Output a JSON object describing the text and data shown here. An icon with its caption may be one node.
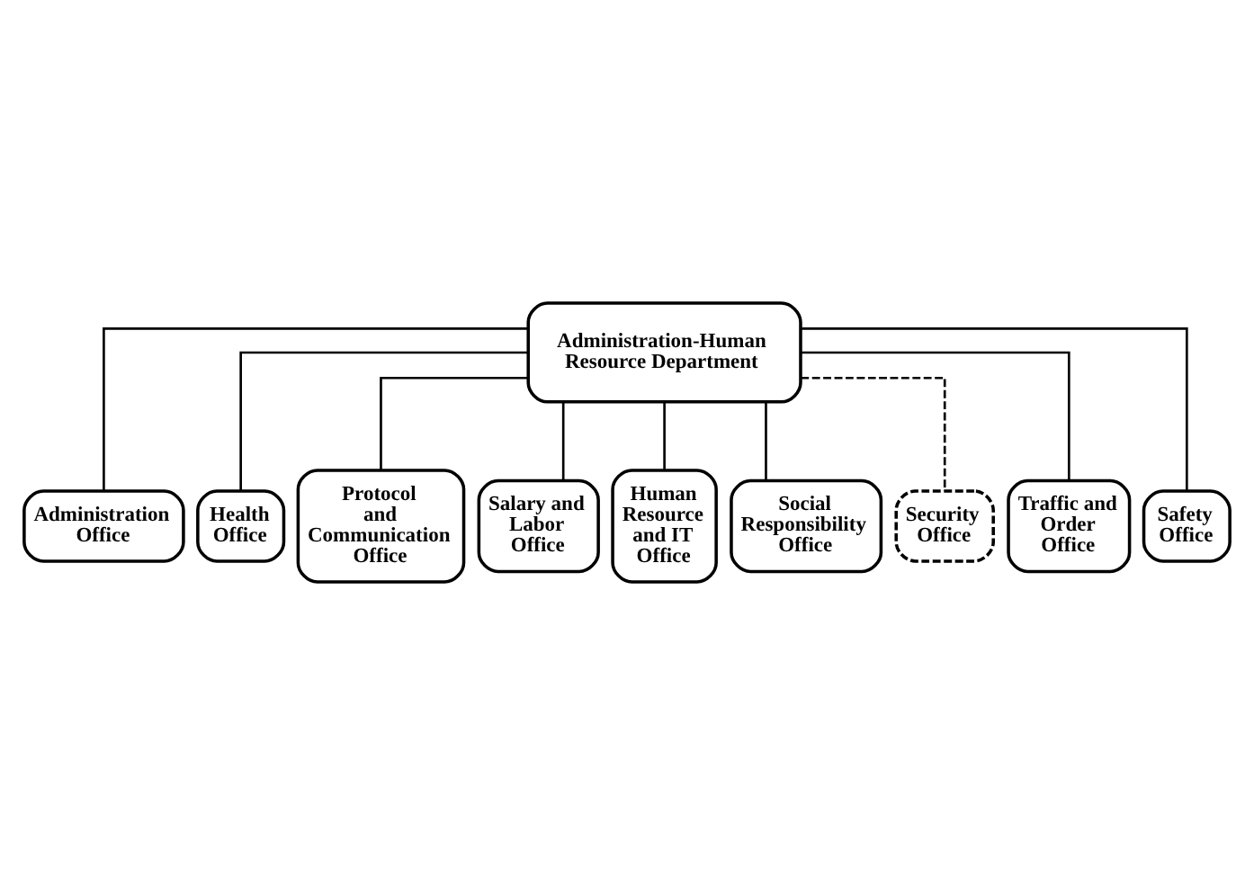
{
  "diagram": {
    "nodes": [
      {
        "text": [
          "Administration-Human Resource Department"
        ]
      },
      {
        "text": [
          "Administration Office"
        ]
      },
      {
        "text": [
          "Health Office"
        ]
      },
      {
        "text": [
          "Protocol and Communication Office"
        ]
      },
      {
        "text": [
          "Salary and Labor Office"
        ]
      },
      {
        "text": [
          "Human Resource and IT Office"
        ]
      },
      {
        "text": [
          "Social Responsibility Office"
        ]
      },
      {
        "text": [
          "Security Office"
        ]
      },
      {
        "text": [
          "Traffic and Order Office"
        ]
      },
      {
        "text": [
          "Safety Office"
        ]
      }
    ],
    "edges": [
      {
        "from": 0,
        "to": 1,
        "arrow": "none"
      },
      {
        "from": 0,
        "to": 2,
        "arrow": "none"
      },
      {
        "from": 0,
        "to": 3,
        "arrow": "none"
      },
      {
        "from": 0,
        "to": 4,
        "arrow": "none"
      },
      {
        "from": 0,
        "to": 5,
        "arrow": "none"
      },
      {
        "from": 0,
        "to": 6,
        "arrow": "none"
      },
      {
        "from": 0,
        "to": 7,
        "arrow": "none",
        "style": "dashed"
      },
      {
        "from": 0,
        "to": 8,
        "arrow": "none"
      },
      {
        "from": 0,
        "to": 9,
        "arrow": "none"
      }
    ]
  }
}
